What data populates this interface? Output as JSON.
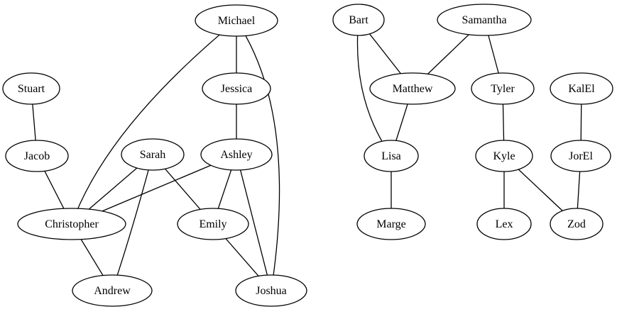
{
  "graph": {
    "nodes": [
      "Michael",
      "Jessica",
      "Stuart",
      "Jacob",
      "Sarah",
      "Ashley",
      "Christopher",
      "Emily",
      "Andrew",
      "Joshua",
      "Bart",
      "Samantha",
      "Matthew",
      "Tyler",
      "KalEl",
      "Lisa",
      "Kyle",
      "JorEl",
      "Marge",
      "Lex",
      "Zod"
    ],
    "edges": [
      [
        "Michael",
        "Jessica"
      ],
      [
        "Michael",
        "Christopher"
      ],
      [
        "Michael",
        "Joshua"
      ],
      [
        "Jessica",
        "Ashley"
      ],
      [
        "Stuart",
        "Jacob"
      ],
      [
        "Jacob",
        "Christopher"
      ],
      [
        "Sarah",
        "Christopher"
      ],
      [
        "Sarah",
        "Emily"
      ],
      [
        "Sarah",
        "Andrew"
      ],
      [
        "Ashley",
        "Christopher"
      ],
      [
        "Ashley",
        "Emily"
      ],
      [
        "Ashley",
        "Joshua"
      ],
      [
        "Christopher",
        "Andrew"
      ],
      [
        "Emily",
        "Joshua"
      ],
      [
        "Bart",
        "Matthew"
      ],
      [
        "Bart",
        "Lisa"
      ],
      [
        "Samantha",
        "Matthew"
      ],
      [
        "Samantha",
        "Tyler"
      ],
      [
        "Matthew",
        "Lisa"
      ],
      [
        "Lisa",
        "Marge"
      ],
      [
        "Tyler",
        "Kyle"
      ],
      [
        "KalEl",
        "JorEl"
      ],
      [
        "Kyle",
        "Lex"
      ],
      [
        "Kyle",
        "Zod"
      ],
      [
        "JorEl",
        "Zod"
      ]
    ],
    "stroke_color": "#000000",
    "fill_color": "#ffffff"
  }
}
